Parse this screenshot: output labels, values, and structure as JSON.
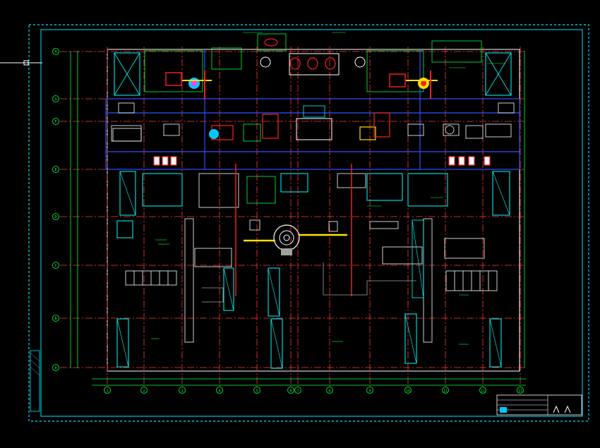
{
  "grid": {
    "columns": [
      "1",
      "2",
      "3",
      "4",
      "5",
      "6",
      "7",
      "8",
      "9",
      "10",
      "11",
      "12",
      "13"
    ],
    "rows": [
      "H",
      "G",
      "F",
      "E",
      "D",
      "C",
      "B",
      "A"
    ]
  },
  "title_block": {
    "main_title": "",
    "sub_title": "",
    "logo_text": "",
    "side_text": ""
  },
  "colors": {
    "background": "#000000",
    "border": "#00e5ff",
    "axis": "#ff3b3b",
    "dimension": "#00ff40",
    "equipment": "#00ffff",
    "piping_blue": "#3050ff",
    "accent_yellow": "#ffe000",
    "accent_red": "#ff2020",
    "accent_magenta": "#ff40ff",
    "white": "#ffffff",
    "grey": "#a0a0a0"
  }
}
